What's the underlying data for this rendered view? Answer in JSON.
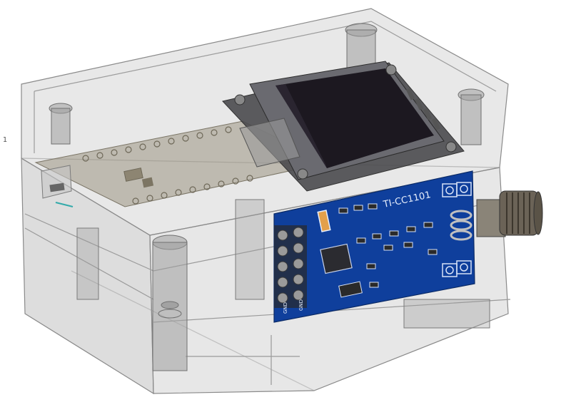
{
  "viewport": {
    "side_marker": "1"
  },
  "model": {
    "rf_module": {
      "label": "TI-CC1101",
      "pin_label_left": "GND",
      "pin_label_right": "GND"
    },
    "colors": {
      "enclosure_fill": "#b9b9b9",
      "enclosure_edge": "#8a8a8a",
      "pcb_blue": "#0f3f9c",
      "oled_screen": "#1c1820",
      "display_frame": "#4a4a4e",
      "sma_gold": "#6b6357",
      "pin_header": "#2a2a2a"
    }
  }
}
